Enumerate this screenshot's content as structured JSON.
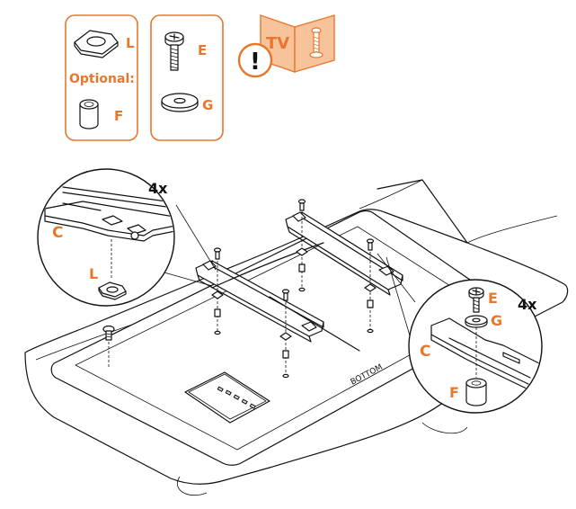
{
  "parts_panel": {
    "part_L": "L",
    "optional_label": "Optional:",
    "part_F": "F",
    "part_E": "E",
    "part_G": "G"
  },
  "warning_card": {
    "tv_label": "TV",
    "warning_glyph": "!"
  },
  "left_detail": {
    "count": "4x",
    "part_C": "C",
    "part_L": "L"
  },
  "right_detail": {
    "count": "4x",
    "part_E": "E",
    "part_G": "G",
    "part_C": "C",
    "part_F": "F"
  },
  "tv_back": {
    "bottom_label": "BOTTOM"
  },
  "colors": {
    "accent": "#e8772e",
    "ink": "#111111",
    "tv_card_fill": "#f6c39a"
  },
  "icons": [
    "spacer-L-icon",
    "spacer-F-icon",
    "screw-E-icon",
    "washer-G-icon",
    "warning-icon",
    "tv-screw-card-icon",
    "bracket-C-icon"
  ]
}
